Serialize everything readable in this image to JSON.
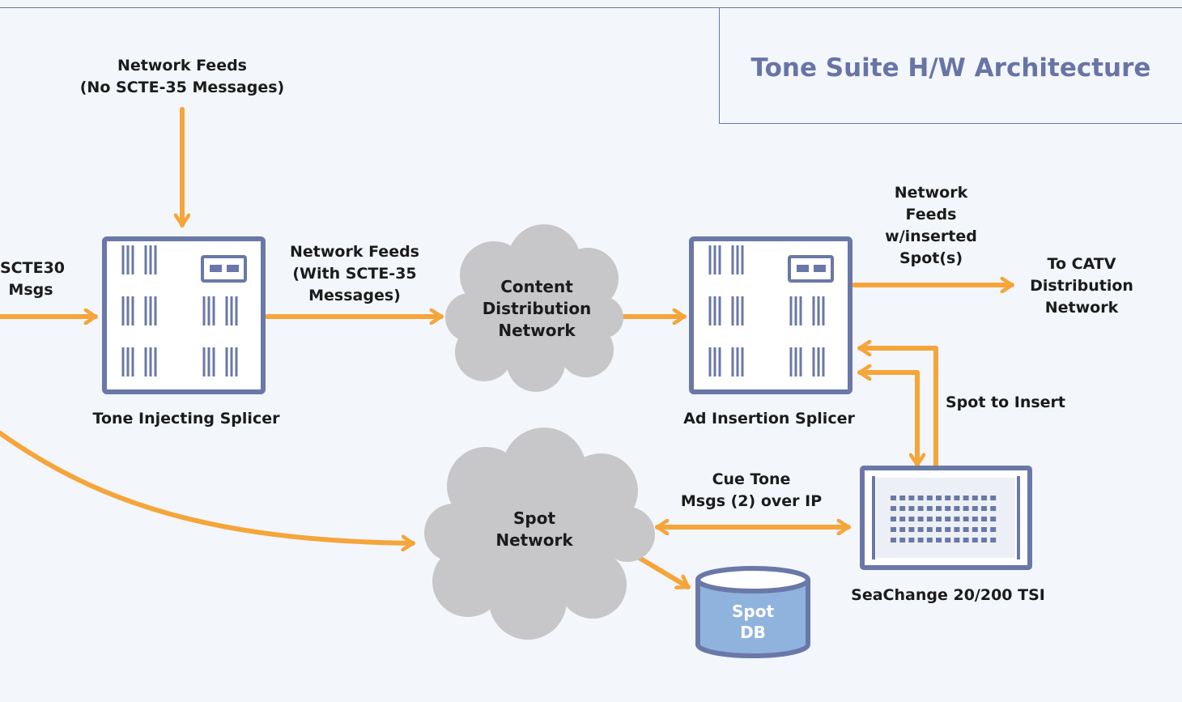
{
  "title": "Tone Suite H/W Architecture",
  "colors": {
    "arrow": "#f5a53a",
    "device_border": "#6a78a8",
    "device_fill": "#ffffff",
    "cloud": "#c7c7c9",
    "database": "#8fb3dd",
    "title": "#6874a6"
  },
  "labels": {
    "network_feeds_top": "Network Feeds\n(No SCTE-35 Messages)",
    "scte30": "SCTE30\nMsgs",
    "network_feeds_with": "Network Feeds\n(With SCTE-35\nMessages)",
    "content_distribution": "Content\nDistribution\nNetwork",
    "network_feeds_inserted": "Network\nFeeds\nw/inserted\nSpot(s)",
    "to_catv": "To CATV\nDistribution\nNetwork",
    "tone_injecting_splicer": "Tone Injecting Splicer",
    "ad_insertion_splicer": "Ad Insertion Splicer",
    "spot_to_insert": "Spot to Insert",
    "cue_tone": "Cue Tone\nMsgs (2) over IP",
    "spot_network": "Spot\nNetwork",
    "seachange": "SeaChange 20/200 TSI",
    "spot_db": "Spot\nDB"
  }
}
